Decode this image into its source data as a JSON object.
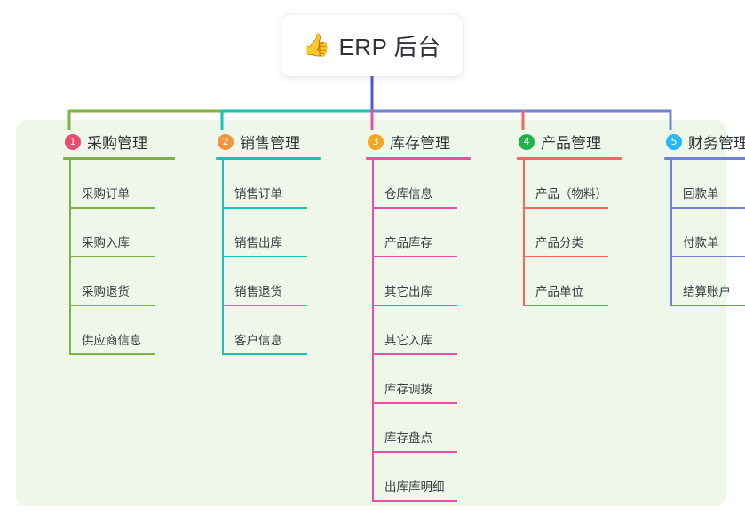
{
  "root": {
    "icon": "thumbs-up-emoji",
    "emoji": "👍",
    "title": "ERP 后台"
  },
  "palette": {
    "panel_bg": "#eef7e9",
    "page_bg": "#ffffff",
    "stem": "#4f5bd5",
    "text": "#2f3338"
  },
  "columns": [
    {
      "number": "1",
      "title": "采购管理",
      "badge_color": "#ec4b6e",
      "line_color": "#7cb342",
      "items": [
        {
          "label": "采购订单"
        },
        {
          "label": "采购入库"
        },
        {
          "label": "采购退货"
        },
        {
          "label": "供应商信息"
        }
      ]
    },
    {
      "number": "2",
      "title": "销售管理",
      "badge_color": "#f5943a",
      "line_color": "#19c2b4",
      "items": [
        {
          "label": "销售订单"
        },
        {
          "label": "销售出库"
        },
        {
          "label": "销售退货"
        },
        {
          "label": "客户信息"
        }
      ]
    },
    {
      "number": "3",
      "title": "库存管理",
      "badge_color": "#f5a623",
      "line_color": "#ea4fa0",
      "items": [
        {
          "label": "仓库信息"
        },
        {
          "label": "产品库存"
        },
        {
          "label": "其它出库"
        },
        {
          "label": "其它入库"
        },
        {
          "label": "库存调拨"
        },
        {
          "label": "库存盘点"
        },
        {
          "label": "出库库明细"
        }
      ]
    },
    {
      "number": "4",
      "title": "产品管理",
      "badge_color": "#22b14c",
      "line_color": "#f4675c",
      "items": [
        {
          "label": "产品（物料）"
        },
        {
          "label": "产品分类"
        },
        {
          "label": "产品单位"
        }
      ]
    },
    {
      "number": "5",
      "title": "财务管理",
      "badge_color": "#29b6f6",
      "line_color": "#6f83d6",
      "items": [
        {
          "label": "回款单"
        },
        {
          "label": "付款单"
        },
        {
          "label": "结算账户"
        }
      ]
    }
  ]
}
